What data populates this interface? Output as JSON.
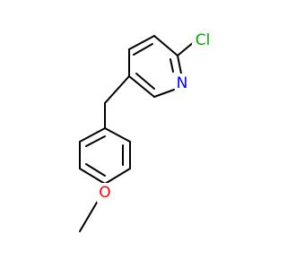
{
  "molecule": {
    "atoms": [
      {
        "id": "Cl",
        "label": "Cl",
        "color": "#00aa00"
      },
      {
        "id": "N",
        "label": "N",
        "color": "#0000ff"
      },
      {
        "id": "O",
        "label": "O",
        "color": "#ff0000"
      }
    ]
  }
}
